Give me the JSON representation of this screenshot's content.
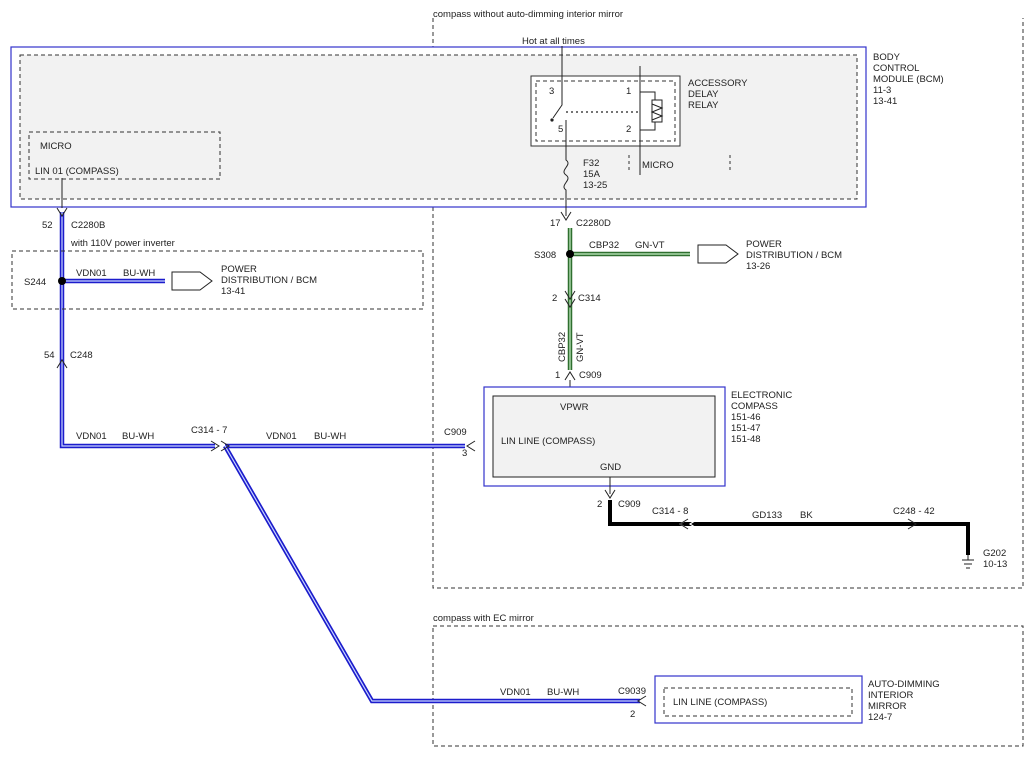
{
  "regions": {
    "without_mirror": "compass without auto-dimming interior mirror",
    "with_ec_mirror": "compass with EC mirror",
    "hot_at_all_times": "Hot at all times",
    "inverter_note": "with 110V power inverter"
  },
  "bcm": {
    "title_lines": [
      "BODY",
      "CONTROL",
      "MODULE (BCM)",
      "11-3",
      "13-41"
    ],
    "micro_label": "MICRO",
    "lin_label": "LIN 01 (COMPASS)",
    "micro_right": "MICRO"
  },
  "relay": {
    "title_lines": [
      "ACCESSORY",
      "DELAY",
      "RELAY"
    ],
    "pins": [
      "3",
      "1",
      "5",
      "2"
    ]
  },
  "fuse": {
    "lines": [
      "F32",
      "15A",
      "13-25"
    ]
  },
  "connectors": {
    "c2280b": {
      "pin": "52",
      "name": "C2280B"
    },
    "c2280d": {
      "pin": "17",
      "name": "C2280D"
    },
    "c248_a": {
      "pin": "54",
      "name": "C248"
    },
    "c314_a": {
      "pin": "2",
      "name": "C314"
    },
    "c909_a": {
      "pin": "1",
      "name": "C909"
    },
    "c909_b": {
      "pin": "3",
      "name": "C909"
    },
    "c909_c": {
      "pin": "2",
      "name": "C909"
    },
    "c314_7": "C314  -  7",
    "c314_8": "C314  -  8",
    "c248_42": "C248  -  42",
    "c9039": {
      "pin": "2",
      "name": "C9039"
    }
  },
  "splices": {
    "s244": "S244",
    "s308": "S308"
  },
  "wires": {
    "vdn01": "VDN01",
    "buwh": "BU-WH",
    "cbp32": "CBP32",
    "gnvt": "GN-VT",
    "gd133": "GD133",
    "bk": "BK"
  },
  "power_dist_1": [
    "POWER",
    "DISTRIBUTION / BCM",
    "13-41"
  ],
  "power_dist_2": [
    "POWER",
    "DISTRIBUTION / BCM",
    "13-26"
  ],
  "compass": {
    "title_lines": [
      "ELECTRONIC",
      "COMPASS",
      "151-46",
      "151-47",
      "151-48"
    ],
    "vpwr": "VPWR",
    "lin": "LIN LINE (COMPASS)",
    "gnd": "GND"
  },
  "ground": {
    "name": "G202",
    "ref": "10-13"
  },
  "mirror": {
    "title_lines": [
      "AUTO-DIMMING",
      "INTERIOR",
      "MIRROR",
      "124-7"
    ],
    "lin": "LIN LINE (COMPASS)"
  }
}
